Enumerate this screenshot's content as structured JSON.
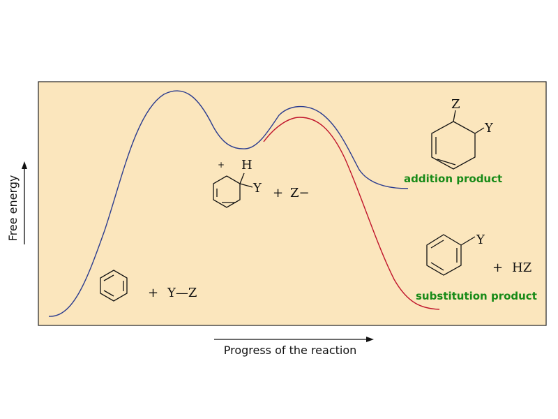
{
  "axes": {
    "y_label": "Free energy",
    "x_label": "Progress of the reaction"
  },
  "reactants": {
    "plus": "+",
    "reagent": "Y—Z"
  },
  "intermediate": {
    "charge": "+",
    "h_label": "H",
    "y_label": "Y",
    "plus": "+",
    "anion": "Z−"
  },
  "addition_product": {
    "z_label": "Z",
    "y_label": "Y",
    "caption": "addition product"
  },
  "substitution_product": {
    "y_label": "Y",
    "plus": "+",
    "byproduct": "HZ",
    "caption": "substitution product"
  },
  "colors": {
    "panel_background": "#fbe6bd",
    "addition_curve": "#2b3c8f",
    "substitution_curve": "#c0142b",
    "product_label": "#178a17"
  }
}
